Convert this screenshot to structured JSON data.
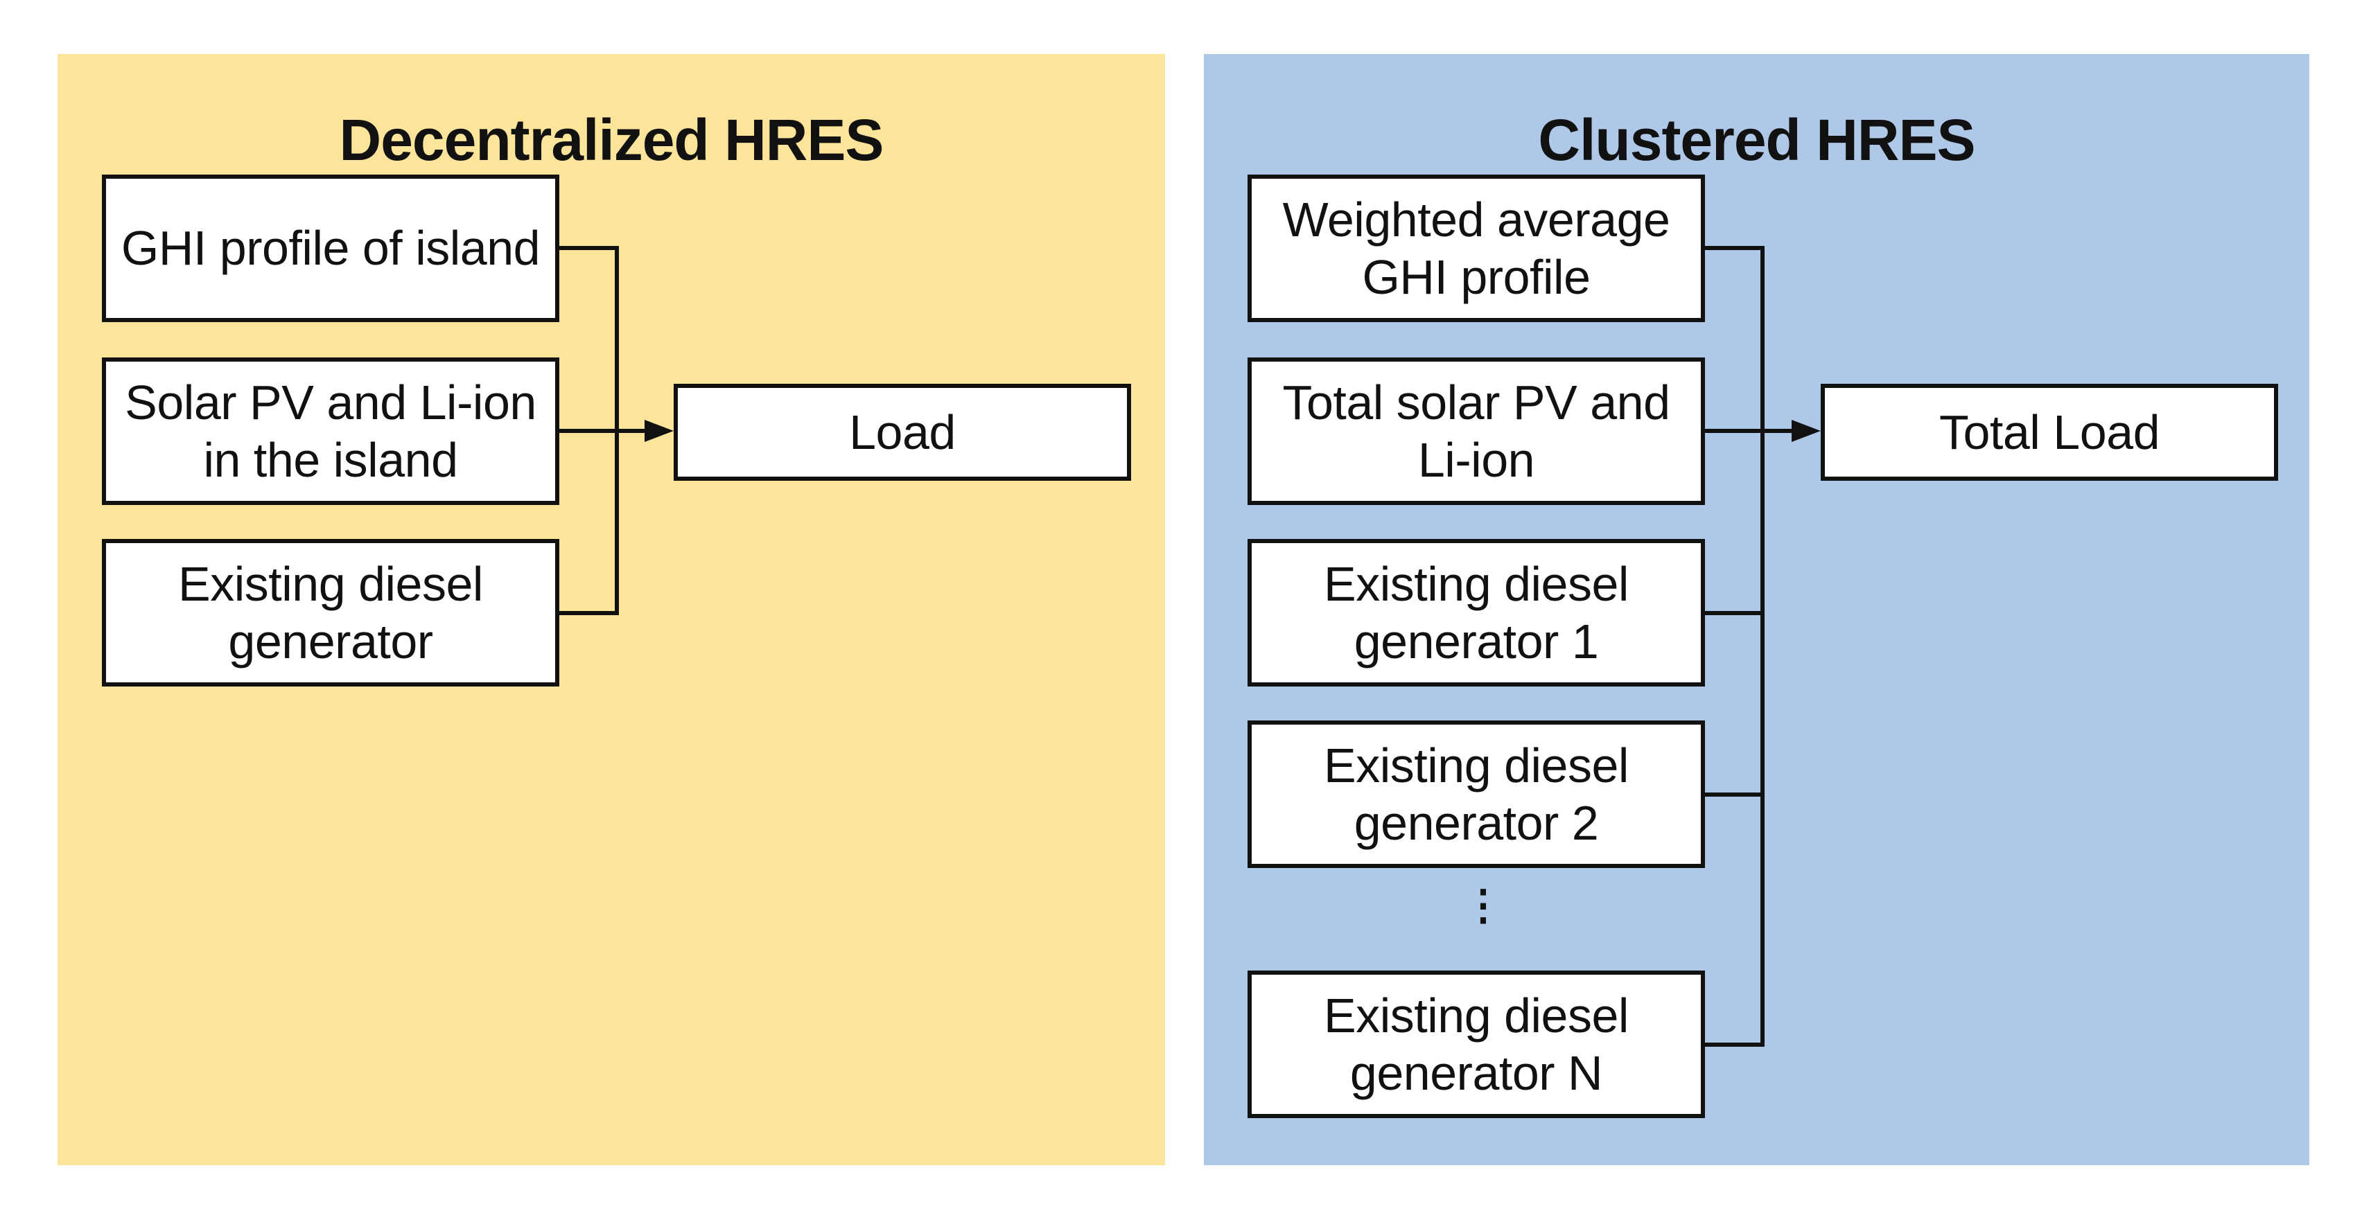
{
  "colors": {
    "decentralized_bg": "#FDE49B",
    "clustered_bg": "#AFC8E8",
    "box_fill": "#FFFFFF",
    "line": "#111111"
  },
  "decentralized": {
    "title": "Decentralized HRES",
    "inputs": [
      "GHI profile of island",
      "Solar PV and Li-ion\nin the island",
      "Existing diesel\ngenerator"
    ],
    "output": "Load"
  },
  "clustered": {
    "title": "Clustered HRES",
    "inputs": [
      "Weighted average\nGHI profile",
      "Total solar PV and\nLi-ion",
      "Existing diesel\ngenerator 1",
      "Existing diesel\ngenerator 2",
      "Existing diesel\ngenerator N"
    ],
    "ellipsis": "⋮",
    "output": "Total Load"
  }
}
